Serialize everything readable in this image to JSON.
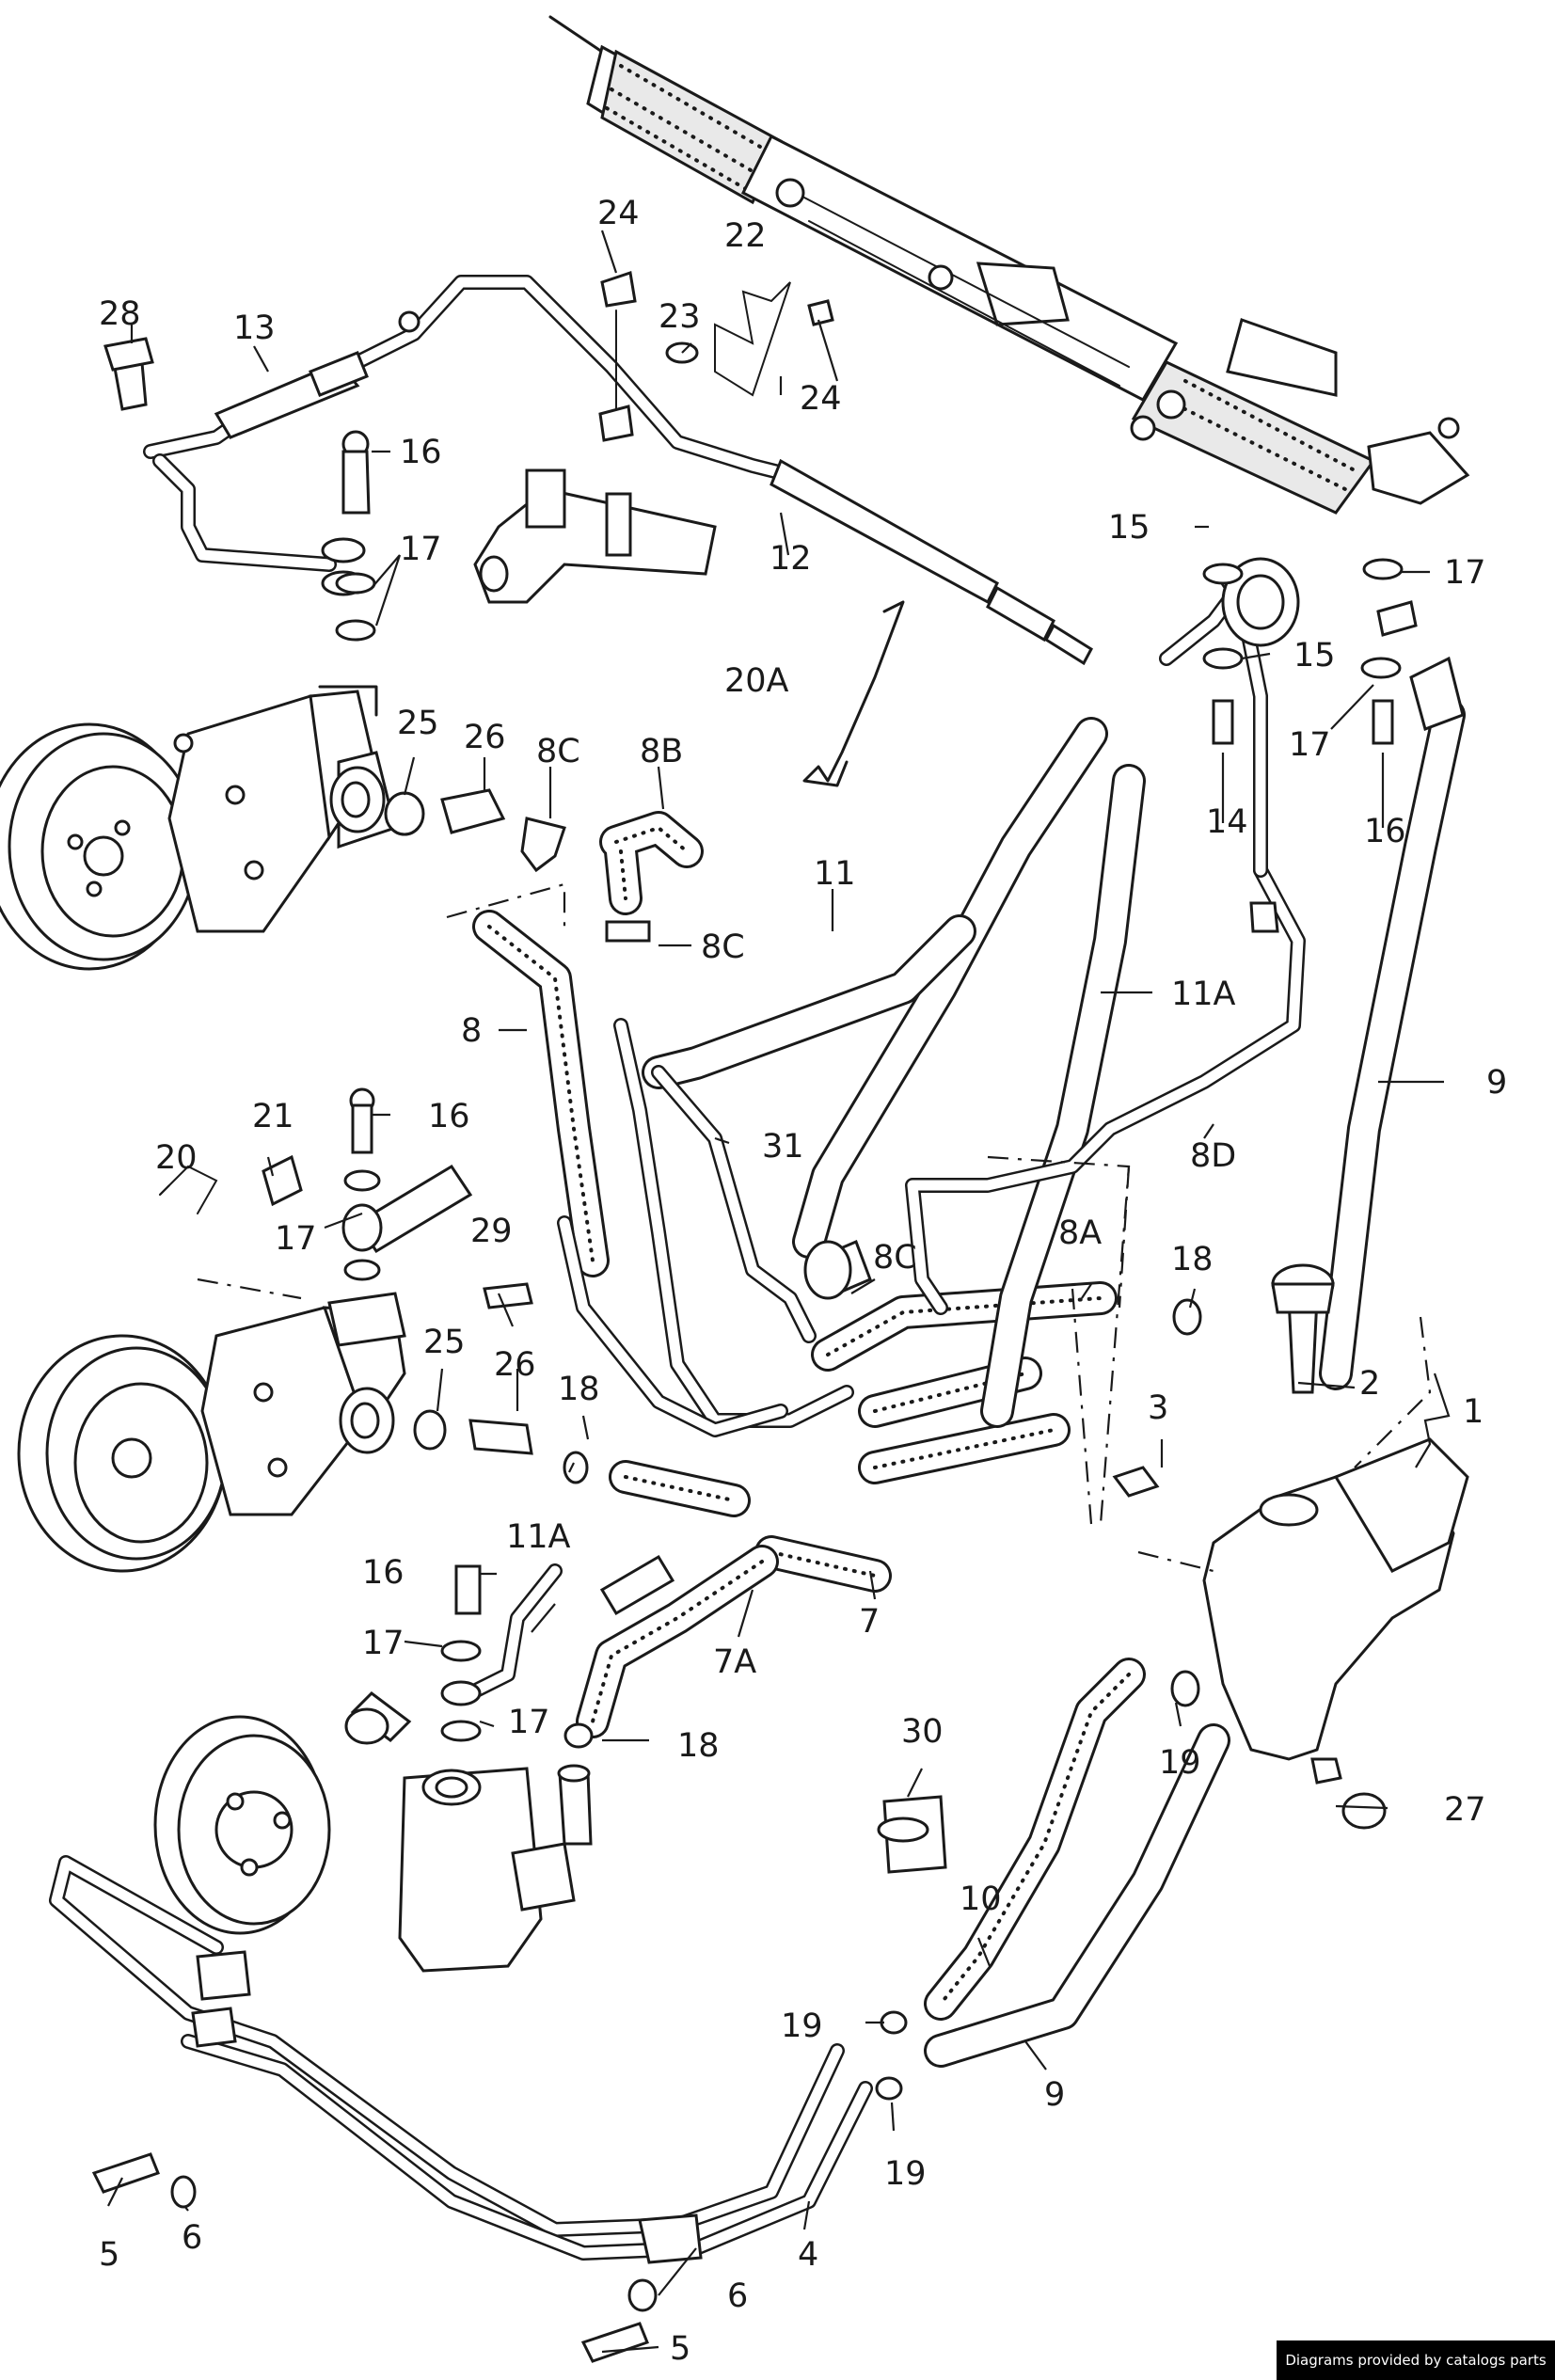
{
  "credit": "Diagrams provided by catalogs parts",
  "callouts": [
    {
      "id": "c1",
      "text": "1"
    },
    {
      "id": "c2",
      "text": "2"
    },
    {
      "id": "c3",
      "text": "3"
    },
    {
      "id": "c4",
      "text": "4"
    },
    {
      "id": "c5a",
      "text": "5"
    },
    {
      "id": "c5b",
      "text": "5"
    },
    {
      "id": "c6a",
      "text": "6"
    },
    {
      "id": "c6b",
      "text": "6"
    },
    {
      "id": "c7",
      "text": "7"
    },
    {
      "id": "c7A",
      "text": "7A"
    },
    {
      "id": "c8",
      "text": "8"
    },
    {
      "id": "c8A",
      "text": "8A"
    },
    {
      "id": "c8B",
      "text": "8B"
    },
    {
      "id": "c8Ca",
      "text": "8C"
    },
    {
      "id": "c8Cb",
      "text": "8C"
    },
    {
      "id": "c8Cc",
      "text": "8C"
    },
    {
      "id": "c8D",
      "text": "8D"
    },
    {
      "id": "c9a",
      "text": "9"
    },
    {
      "id": "c9b",
      "text": "9"
    },
    {
      "id": "c10",
      "text": "10"
    },
    {
      "id": "c11",
      "text": "11"
    },
    {
      "id": "c11Aa",
      "text": "11A"
    },
    {
      "id": "c11Ab",
      "text": "11A"
    },
    {
      "id": "c12",
      "text": "12"
    },
    {
      "id": "c13",
      "text": "13"
    },
    {
      "id": "c14",
      "text": "14"
    },
    {
      "id": "c15a",
      "text": "15"
    },
    {
      "id": "c15b",
      "text": "15"
    },
    {
      "id": "c16a",
      "text": "16"
    },
    {
      "id": "c16b",
      "text": "16"
    },
    {
      "id": "c16c",
      "text": "16"
    },
    {
      "id": "c16d",
      "text": "16"
    },
    {
      "id": "c17a",
      "text": "17"
    },
    {
      "id": "c17b",
      "text": "17"
    },
    {
      "id": "c17c",
      "text": "17"
    },
    {
      "id": "c17d",
      "text": "17"
    },
    {
      "id": "c17e",
      "text": "17"
    },
    {
      "id": "c17f",
      "text": "17"
    },
    {
      "id": "c18a",
      "text": "18"
    },
    {
      "id": "c18b",
      "text": "18"
    },
    {
      "id": "c18c",
      "text": "18"
    },
    {
      "id": "c19a",
      "text": "19"
    },
    {
      "id": "c19b",
      "text": "19"
    },
    {
      "id": "c19c",
      "text": "19"
    },
    {
      "id": "c20",
      "text": "20"
    },
    {
      "id": "c20A",
      "text": "20A"
    },
    {
      "id": "c21",
      "text": "21"
    },
    {
      "id": "c22",
      "text": "22"
    },
    {
      "id": "c23",
      "text": "23"
    },
    {
      "id": "c24a",
      "text": "24"
    },
    {
      "id": "c24b",
      "text": "24"
    },
    {
      "id": "c25a",
      "text": "25"
    },
    {
      "id": "c25b",
      "text": "25"
    },
    {
      "id": "c26a",
      "text": "26"
    },
    {
      "id": "c26b",
      "text": "26"
    },
    {
      "id": "c27",
      "text": "27"
    },
    {
      "id": "c28",
      "text": "28"
    },
    {
      "id": "c29",
      "text": "29"
    },
    {
      "id": "c30",
      "text": "30"
    },
    {
      "id": "c31",
      "text": "31"
    }
  ]
}
